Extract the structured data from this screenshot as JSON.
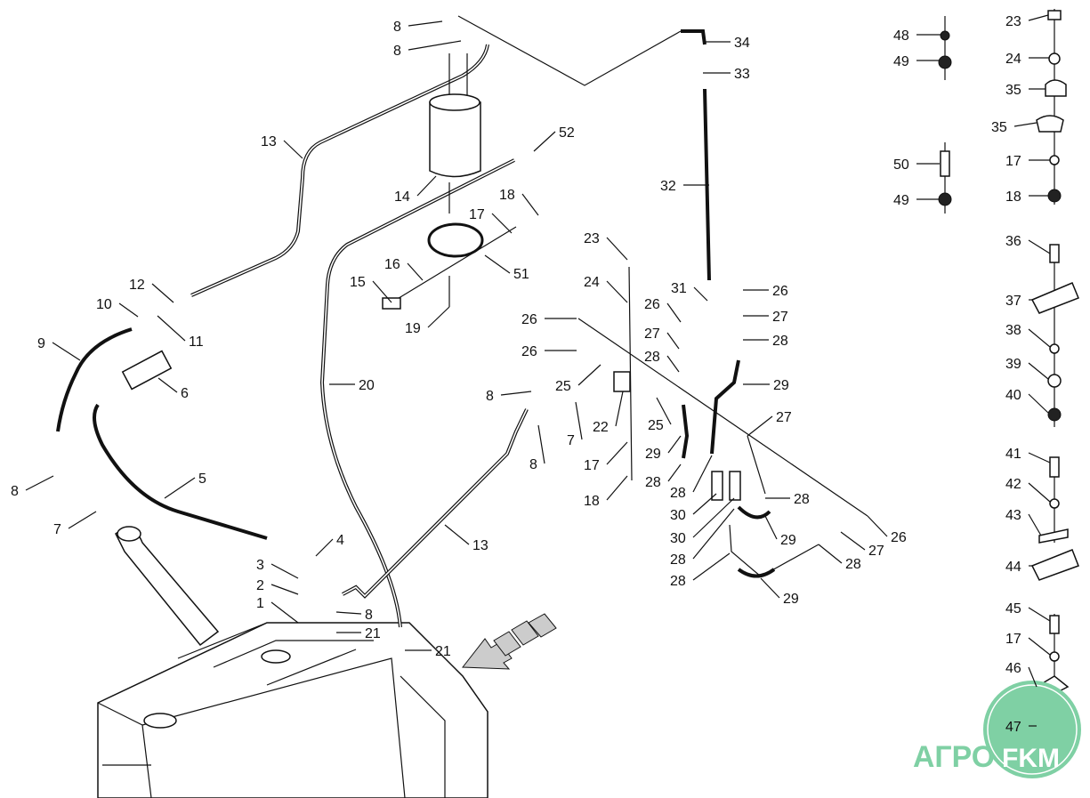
{
  "diagram": {
    "callouts": [
      "8",
      "8",
      "34",
      "33",
      "13",
      "52",
      "14",
      "18",
      "17",
      "51",
      "32",
      "48",
      "49",
      "50",
      "49",
      "23",
      "24",
      "35",
      "35",
      "17",
      "18",
      "36",
      "37",
      "38",
      "39",
      "40",
      "41",
      "42",
      "43",
      "44",
      "45",
      "17",
      "46",
      "47",
      "12",
      "10",
      "11",
      "9",
      "6",
      "15",
      "16",
      "19",
      "20",
      "23",
      "24",
      "26",
      "26",
      "31",
      "26",
      "27",
      "28",
      "27",
      "28",
      "26",
      "25",
      "22",
      "8",
      "7",
      "8",
      "25",
      "29",
      "27",
      "17",
      "18",
      "29",
      "28",
      "28",
      "30",
      "30",
      "28",
      "28",
      "28",
      "29",
      "26",
      "27",
      "28",
      "29",
      "13",
      "5",
      "4",
      "3",
      "2",
      "1",
      "21",
      "8",
      "21",
      "8",
      "7"
    ]
  },
  "logo": {
    "text": "АГРОFKM",
    "color": "#7fd0a4"
  }
}
